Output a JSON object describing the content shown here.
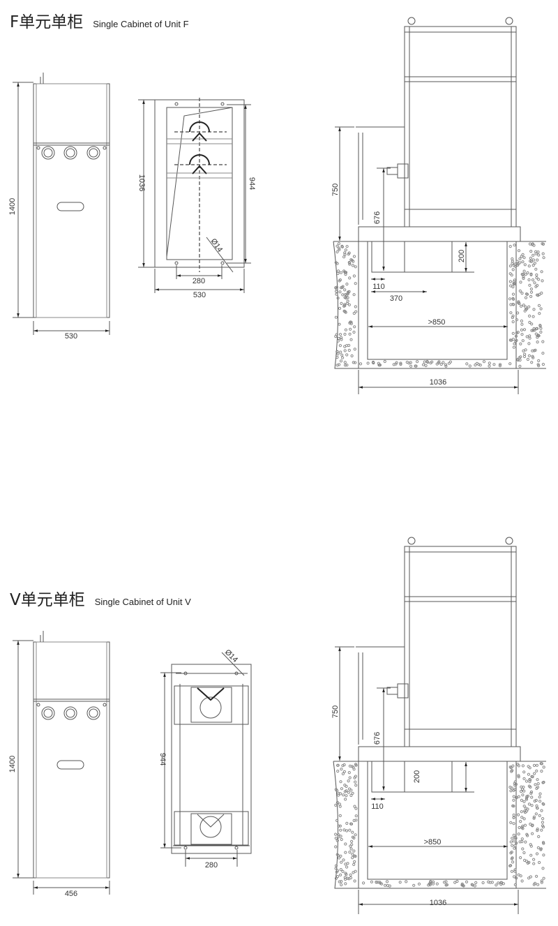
{
  "sections": {
    "f": {
      "title_cn": "F单元单柜",
      "title_en": "Single Cabinet of Unit F",
      "front": {
        "height": "1400",
        "width": "530"
      },
      "plan": {
        "depth": "1036",
        "inner": "944",
        "hole_spacing": "280",
        "width": "530",
        "hole_dia": "Ø14"
      },
      "side": {
        "h750": "750",
        "h676": "676",
        "h200": "200",
        "d110": "110",
        "d370": "370",
        "pit": ">850",
        "depth": "1036"
      }
    },
    "v": {
      "title_cn": "V单元单柜",
      "title_en": "Single Cabinet of Unit V",
      "front": {
        "height": "1400",
        "width": "456"
      },
      "plan": {
        "inner": "944",
        "hole_spacing": "280",
        "hole_dia": "Ø14"
      },
      "side": {
        "h750": "750",
        "h676": "676",
        "h200": "200",
        "d110": "110",
        "pit": ">850",
        "depth": "1036"
      }
    }
  }
}
